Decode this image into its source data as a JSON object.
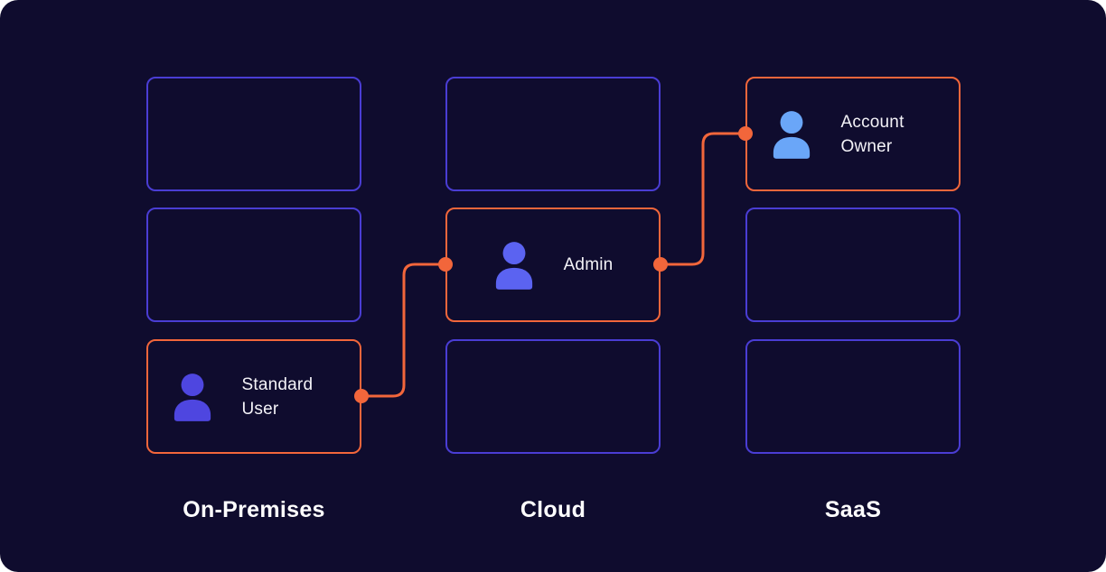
{
  "columns": [
    {
      "label": "On-Premises"
    },
    {
      "label": "Cloud"
    },
    {
      "label": "SaaS"
    }
  ],
  "nodes": {
    "standard_user": {
      "label": "Standard User",
      "column": "On-Premises",
      "icon": "user-icon"
    },
    "admin": {
      "label": "Admin",
      "column": "Cloud",
      "icon": "user-icon"
    },
    "account_owner": {
      "label": "Account Owner",
      "column": "SaaS",
      "icon": "user-icon"
    }
  },
  "connections": [
    {
      "from": "standard_user",
      "to": "admin"
    },
    {
      "from": "admin",
      "to": "account_owner"
    }
  ],
  "colors": {
    "background": "#0f0c2e",
    "box_border": "#4a3dd4",
    "highlight_border": "#f2663b",
    "connector": "#f2663b",
    "icon_standard_user": "#4e46e0",
    "icon_admin": "#5b63f1",
    "icon_account_owner": "#6aa6f8",
    "node_text": "#f3f2f7",
    "column_label_text": "#ffffff"
  }
}
